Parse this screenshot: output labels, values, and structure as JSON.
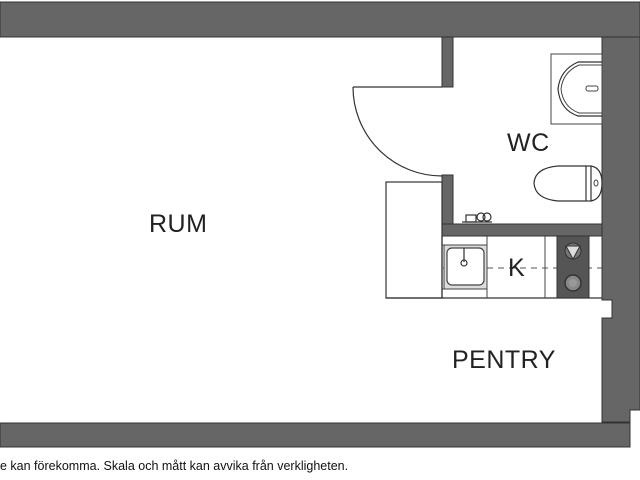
{
  "floor_plan": {
    "rooms": {
      "rum": {
        "label": "RUM"
      },
      "wc": {
        "label": "WC"
      },
      "kitchen": {
        "label": "K"
      },
      "pentry": {
        "label": "PENTRY"
      }
    },
    "fixtures": [
      "door",
      "wardrobe",
      "washbasin",
      "toilet",
      "floor-drain",
      "kitchen-sink",
      "stove-hobs"
    ],
    "colors": {
      "wall": "#666666",
      "line": "#333333",
      "background": "#ffffff"
    }
  },
  "footer": {
    "disclaimer": "e kan förekomma. Skala och mått kan avvika från verkligheten."
  }
}
